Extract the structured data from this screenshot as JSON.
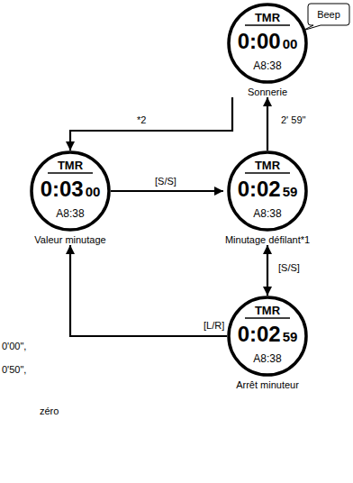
{
  "diagram": {
    "nodes": [
      {
        "text": [
          "TMR",
          "0:00",
          "00",
          "A8:38",
          "Sonnerie"
        ]
      },
      {
        "text": [
          "Beep"
        ]
      },
      {
        "text": [
          "TMR",
          "0:03",
          "00",
          "A8:38",
          "Valeur minutage"
        ]
      },
      {
        "text": [
          "TMR",
          "0:02",
          "59",
          "A8:38",
          "Minutage défilant*1"
        ]
      },
      {
        "text": [
          "TMR",
          "0:02",
          "59",
          "A8:38",
          "Arrêt minuteur"
        ]
      }
    ],
    "edges": [
      {
        "from": 3,
        "to": 0,
        "label": "2' 59''",
        "arrow": "to"
      },
      {
        "from": 0,
        "to": 2,
        "label": "*2",
        "arrow": "to"
      },
      {
        "from": 2,
        "to": 3,
        "label": "[S/S]",
        "arrow": "to"
      },
      {
        "from": 3,
        "to": 4,
        "label": "[S/S]",
        "arrow": "both"
      },
      {
        "from": 4,
        "to": 2,
        "label": "[L/R]",
        "arrow": "to"
      }
    ],
    "labels": [
      "0'00\",",
      "0'50\",",
      "zéro"
    ]
  }
}
